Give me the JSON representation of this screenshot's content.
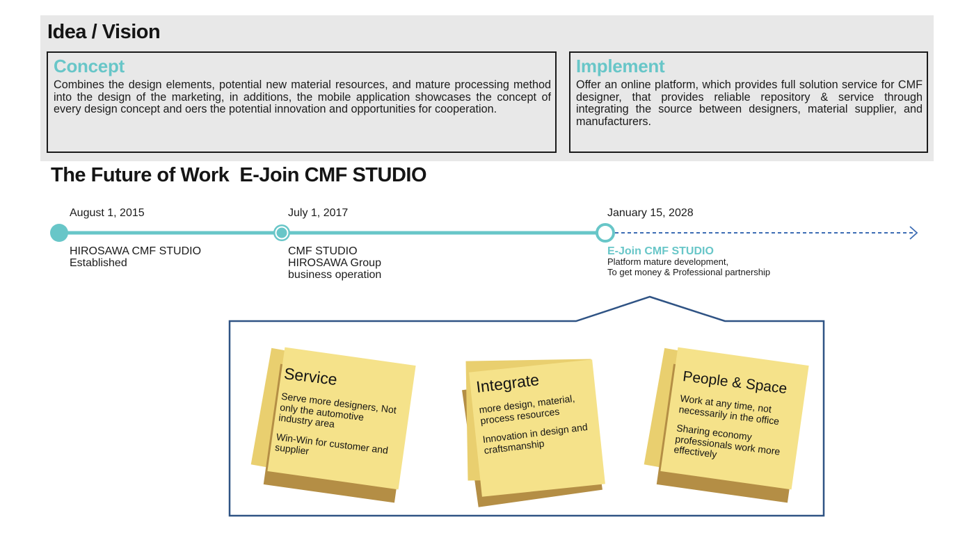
{
  "vision": {
    "title": "Idea / Vision",
    "concept": {
      "heading": "Concept",
      "text": "Combines the design elements, potential new material resources, and mature processing method into the design of the marketing, in additions, the mobile application showcases the concept of every design concept and oers the potential innovation and opportunities for cooperation."
    },
    "implement": {
      "heading": "Implement",
      "text": "Offer an online platform, which provides full solution service for CMF designer, that provides reliable repository & service through integrating the source between designers, material supplier, and manufacturers."
    }
  },
  "future": {
    "title": "The Future of Work  E-Join CMF STUDIO"
  },
  "timeline": {
    "colors": {
      "line": "#68c6c8",
      "future_line": "#3c6cb4",
      "callout": "#2f5384"
    },
    "milestones": [
      {
        "date": "August 1, 2015",
        "lines": [
          "HIROSAWA CMF STUDIO",
          "Established"
        ]
      },
      {
        "date": "July 1, 2017",
        "lines": [
          "CMF STUDIO",
          "HIROSAWA Group",
          "business operation"
        ]
      },
      {
        "date": "January 15, 2028",
        "heading": "E-Join CMF STUDIO",
        "lines": [
          "Platform mature development,",
          "To get money & Professional partnership"
        ]
      }
    ]
  },
  "notes": [
    {
      "title": "Service",
      "body": [
        "Serve more designers, Not only the automotive industry area",
        "Win-Win for customer and supplier"
      ]
    },
    {
      "title": "Integrate",
      "body": [
        "more design, material, process resources",
        "Innovation in design and craftsmanship"
      ]
    },
    {
      "title": "People & Space",
      "body": [
        "Work at any time, not necessarily in the office",
        "Sharing economy professionals work more effectively"
      ]
    }
  ]
}
